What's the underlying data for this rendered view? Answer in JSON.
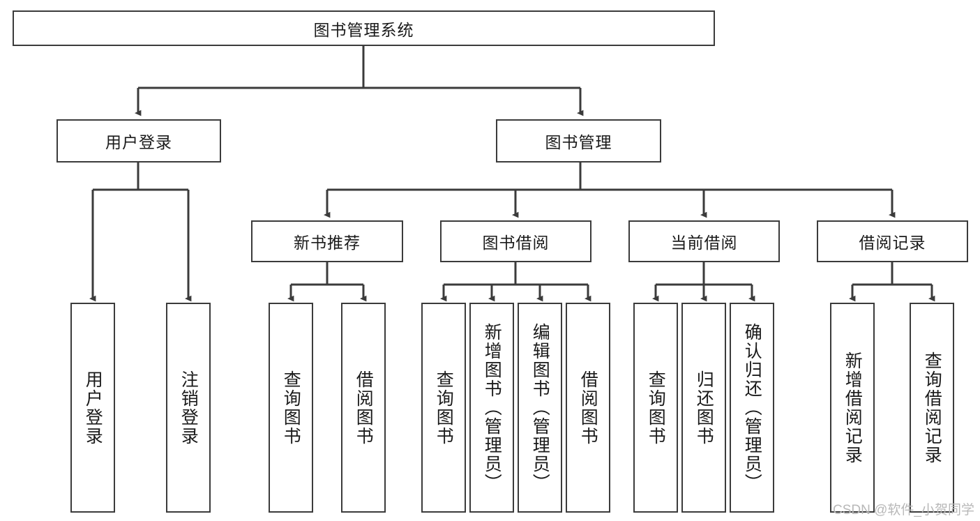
{
  "diagram": {
    "type": "tree",
    "title": "图书管理系统",
    "background": "#ffffff",
    "line_color": "#3b3b3b",
    "text_color": "#1a1a1a",
    "root": {
      "label": "图书管理系统"
    },
    "level2": [
      {
        "label": "用户登录"
      },
      {
        "label": "图书管理"
      }
    ],
    "level3": [
      {
        "label": "新书推荐"
      },
      {
        "label": "图书借阅"
      },
      {
        "label": "当前借阅"
      },
      {
        "label": "借阅记录"
      }
    ],
    "leaves": {
      "user_login": [
        {
          "label": "用户登录"
        },
        {
          "label": "注销登录"
        }
      ],
      "new_book": [
        {
          "label": "查询图书"
        },
        {
          "label": "借阅图书"
        }
      ],
      "book_borrow": [
        {
          "label": "查询图书"
        },
        {
          "label": "新增图书（管理员）"
        },
        {
          "label": "编辑图书（管理员）"
        },
        {
          "label": "借阅图书"
        }
      ],
      "current_borrow": [
        {
          "label": "查询图书"
        },
        {
          "label": "归还图书"
        },
        {
          "label": "确认归还（管理员）"
        }
      ],
      "borrow_record": [
        {
          "label": "新增借阅记录"
        },
        {
          "label": "查询借阅记录"
        }
      ]
    }
  },
  "watermark": {
    "text": "CSDN @软件_小贺同学"
  }
}
